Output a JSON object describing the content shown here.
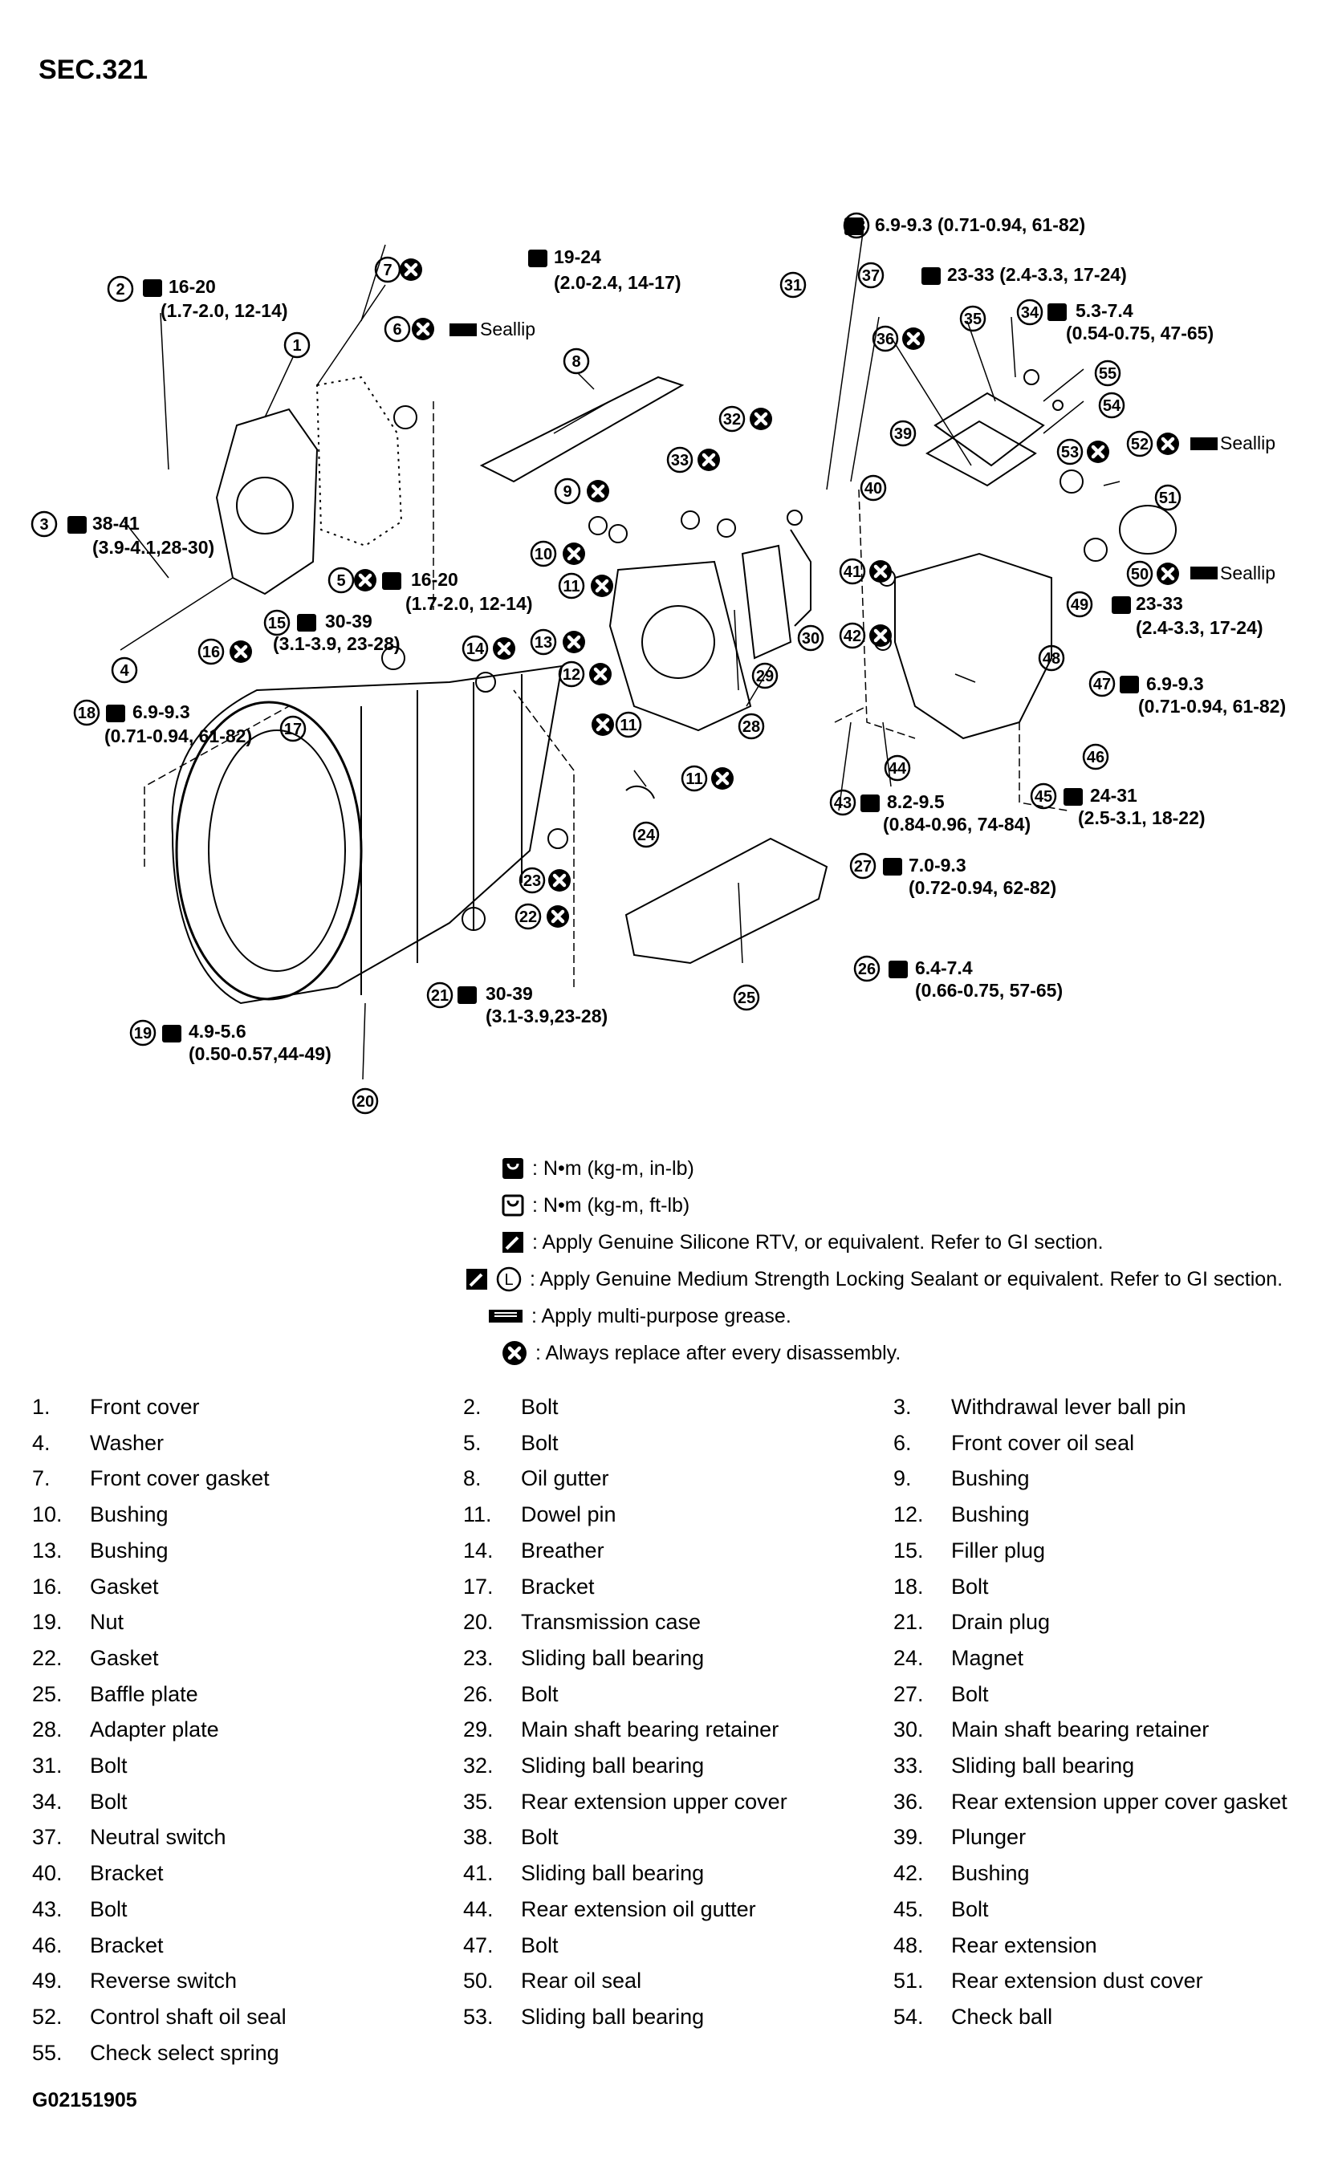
{
  "header": {
    "section": "SEC.321"
  },
  "figure_id": "G02151905",
  "torque_callouts": {
    "c38": "6.9-9.3 (0.71-0.94, 61-82)",
    "c37": "23-33 (2.4-3.3, 17-24)",
    "c34a": "5.3-7.4",
    "c34b": "(0.54-0.75, 47-65)",
    "c2a": "16-20",
    "c2b": "(1.7-2.0, 12-14)",
    "top_a": "19-24",
    "top_b": "(2.0-2.4, 14-17)",
    "c3a": "38-41",
    "c3b": "(3.9-4.1,28-30)",
    "c5a": "16-20",
    "c5b": "(1.7-2.0, 12-14)",
    "c15a": "30-39",
    "c15b": "(3.1-3.9, 23-28)",
    "c18a": "6.9-9.3",
    "c18b": "(0.71-0.94, 61-82)",
    "c49a": "23-33",
    "c49b": "(2.4-3.3, 17-24)",
    "c47a": "6.9-9.3",
    "c47b": "(0.71-0.94, 61-82)",
    "c43a": "8.2-9.5",
    "c43b": "(0.84-0.96, 74-84)",
    "c45a": "24-31",
    "c45b": "(2.5-3.1, 18-22)",
    "c27a": "7.0-9.3",
    "c27b": "(0.72-0.94, 62-82)",
    "c26a": "6.4-7.4",
    "c26b": "(0.66-0.75, 57-65)",
    "c21a": "30-39",
    "c21b": "(3.1-3.9,23-28)",
    "c19a": "4.9-5.6",
    "c19b": "(0.50-0.57,44-49)",
    "sealant_6": "Seallip",
    "sealant_52": "Seallip",
    "sealant_50": "Seallip"
  },
  "callout_numbers": [
    "1",
    "2",
    "3",
    "4",
    "5",
    "6",
    "7",
    "8",
    "9",
    "10",
    "11",
    "12",
    "13",
    "14",
    "15",
    "16",
    "17",
    "18",
    "19",
    "20",
    "21",
    "22",
    "23",
    "24",
    "25",
    "26",
    "27",
    "28",
    "29",
    "30",
    "31",
    "32",
    "33",
    "34",
    "35",
    "36",
    "37",
    "38",
    "39",
    "40",
    "41",
    "42",
    "43",
    "44",
    "45",
    "46",
    "47",
    "48",
    "49",
    "50",
    "51",
    "52",
    "53",
    "54",
    "55"
  ],
  "legend": {
    "torque_nm_inlb": ": N•m (kg-m, in-lb)",
    "torque_nm_ftlb": ": N•m (kg-m, ft-lb)",
    "silicone_rtv": ": Apply Genuine Silicone RTV, or equivalent. Refer to GI section.",
    "locking_sealant": ": Apply Genuine Medium Strength Locking Sealant or equivalent. Refer to GI section.",
    "grease": ": Apply multi-purpose grease.",
    "replace": ": Always replace after every disassembly."
  },
  "parts": [
    {
      "num": "1.",
      "name": "Front cover"
    },
    {
      "num": "2.",
      "name": "Bolt"
    },
    {
      "num": "3.",
      "name": "Withdrawal lever ball pin"
    },
    {
      "num": "4.",
      "name": "Washer"
    },
    {
      "num": "5.",
      "name": "Bolt"
    },
    {
      "num": "6.",
      "name": "Front cover oil seal"
    },
    {
      "num": "7.",
      "name": "Front cover gasket"
    },
    {
      "num": "8.",
      "name": "Oil gutter"
    },
    {
      "num": "9.",
      "name": "Bushing"
    },
    {
      "num": "10.",
      "name": "Bushing"
    },
    {
      "num": "11.",
      "name": "Dowel pin"
    },
    {
      "num": "12.",
      "name": "Bushing"
    },
    {
      "num": "13.",
      "name": "Bushing"
    },
    {
      "num": "14.",
      "name": "Breather"
    },
    {
      "num": "15.",
      "name": "Filler plug"
    },
    {
      "num": "16.",
      "name": "Gasket"
    },
    {
      "num": "17.",
      "name": "Bracket"
    },
    {
      "num": "18.",
      "name": "Bolt"
    },
    {
      "num": "19.",
      "name": "Nut"
    },
    {
      "num": "20.",
      "name": "Transmission case"
    },
    {
      "num": "21.",
      "name": "Drain plug"
    },
    {
      "num": "22.",
      "name": "Gasket"
    },
    {
      "num": "23.",
      "name": "Sliding ball bearing"
    },
    {
      "num": "24.",
      "name": "Magnet"
    },
    {
      "num": "25.",
      "name": "Baffle plate"
    },
    {
      "num": "26.",
      "name": "Bolt"
    },
    {
      "num": "27.",
      "name": "Bolt"
    },
    {
      "num": "28.",
      "name": "Adapter plate"
    },
    {
      "num": "29.",
      "name": "Main shaft bearing retainer"
    },
    {
      "num": "30.",
      "name": "Main shaft bearing retainer"
    },
    {
      "num": "31.",
      "name": "Bolt"
    },
    {
      "num": "32.",
      "name": "Sliding ball bearing"
    },
    {
      "num": "33.",
      "name": "Sliding ball bearing"
    },
    {
      "num": "34.",
      "name": "Bolt"
    },
    {
      "num": "35.",
      "name": "Rear extension upper cover"
    },
    {
      "num": "36.",
      "name": "Rear extension upper cover gasket"
    },
    {
      "num": "37.",
      "name": "Neutral switch"
    },
    {
      "num": "38.",
      "name": "Bolt"
    },
    {
      "num": "39.",
      "name": "Plunger"
    },
    {
      "num": "40.",
      "name": "Bracket"
    },
    {
      "num": "41.",
      "name": "Sliding ball bearing"
    },
    {
      "num": "42.",
      "name": "Bushing"
    },
    {
      "num": "43.",
      "name": "Bolt"
    },
    {
      "num": "44.",
      "name": "Rear extension oil gutter"
    },
    {
      "num": "45.",
      "name": "Bolt"
    },
    {
      "num": "46.",
      "name": "Bracket"
    },
    {
      "num": "47.",
      "name": "Bolt"
    },
    {
      "num": "48.",
      "name": "Rear extension"
    },
    {
      "num": "49.",
      "name": "Reverse switch"
    },
    {
      "num": "50.",
      "name": "Rear oil seal"
    },
    {
      "num": "51.",
      "name": "Rear extension dust cover"
    },
    {
      "num": "52.",
      "name": "Control shaft oil seal"
    },
    {
      "num": "53.",
      "name": "Sliding ball bearing"
    },
    {
      "num": "54.",
      "name": "Check ball"
    },
    {
      "num": "55.",
      "name": "Check select spring"
    }
  ]
}
